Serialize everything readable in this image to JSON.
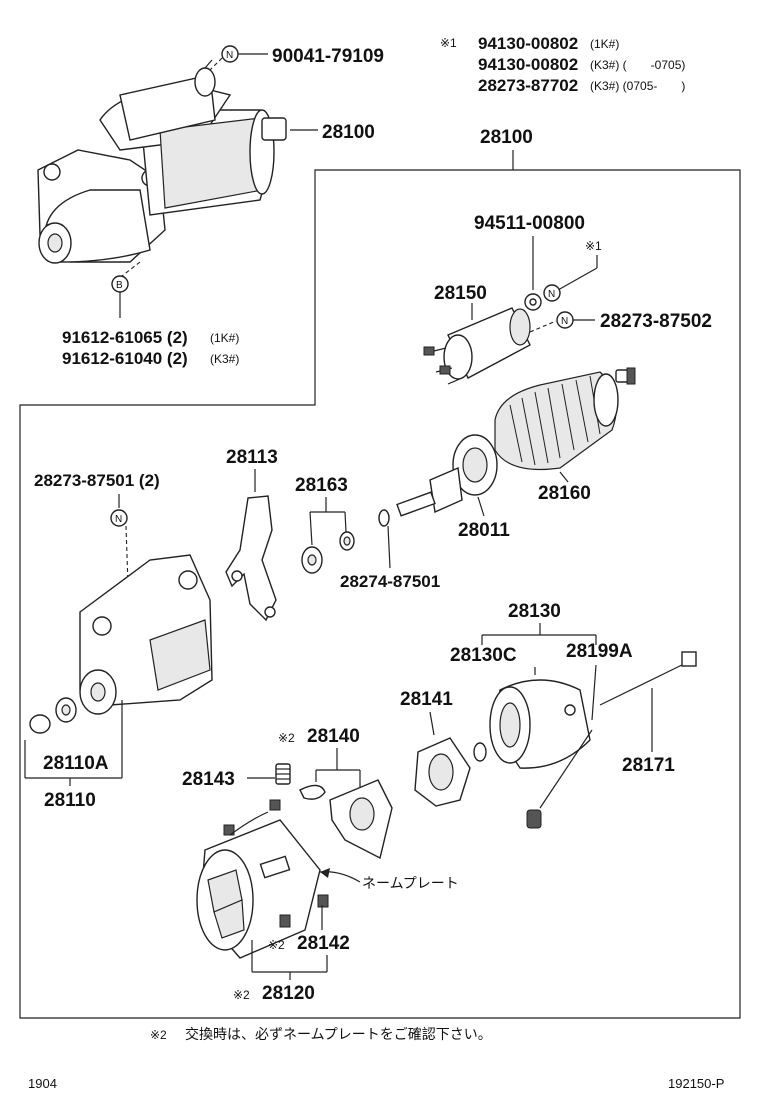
{
  "header_note": {
    "mark": "※1",
    "lines": [
      {
        "part": "94130-00802",
        "spec": "(1K#)"
      },
      {
        "part": "94130-00802",
        "spec": "(K3#) (　　-0705)"
      },
      {
        "part": "28273-87702",
        "spec": "(K3#) (0705-　　)"
      }
    ]
  },
  "labels": {
    "bolt_top": "90041-79109",
    "starter_assy": "28100",
    "starter_group": "28100",
    "bolt_bottom_1": "91612-61065 (2)",
    "bolt_bottom_1_spec": "(1K#)",
    "bolt_bottom_2": "91612-61040 (2)",
    "bolt_bottom_2_spec": "(K3#)",
    "washer": "94511-00800",
    "note1_mark": "※1",
    "solenoid": "28150",
    "nut_solenoid": "28273-87502",
    "bolt_housing": "28273-87501 (2)",
    "brush_holder_bracket": "28113",
    "bearing_pair": "28163",
    "armature": "28160",
    "clutch": "28011",
    "snap_ring": "28274-87501",
    "housing_set": "28130",
    "housing": "28130C",
    "plug": "28199A",
    "plate": "28141",
    "through_bolt": "28171",
    "brush_holder": "28140",
    "brush_holder_mark": "※2",
    "spring": "28143",
    "field_brush": "28142",
    "field_brush_mark": "※2",
    "yoke": "28120",
    "yoke_mark": "※2",
    "drive_housing_set": "28110",
    "drive_housing_bush": "28110A",
    "nameplate": "ネームプレート"
  },
  "markers": {
    "n": "N",
    "b": "B"
  },
  "footnote": {
    "mark": "※2",
    "text": "交換時は、必ずネームプレートをご確認下さい。"
  },
  "footer": {
    "left_code": "1904",
    "right_code": "192150-P"
  }
}
